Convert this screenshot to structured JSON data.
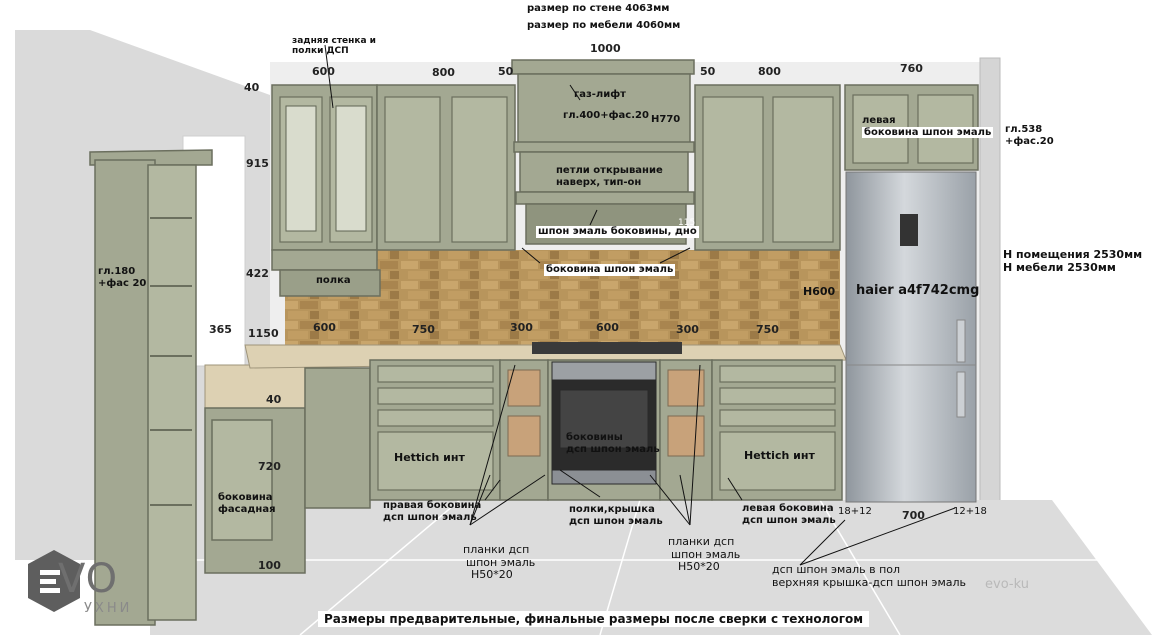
{
  "header": {
    "wall_size": "размер по стене 4063мм",
    "furniture_size": "размер по мебели 4060мм"
  },
  "top_dims": {
    "d600": "600",
    "d800a": "800",
    "d50a": "50",
    "d1000": "1000",
    "d50b": "50",
    "d800b": "800",
    "d760": "760"
  },
  "left_dims": {
    "d40": "40",
    "d915": "915",
    "d422": "422",
    "d1150": "1150",
    "d365": "365"
  },
  "splash_dims": {
    "d600a": "600",
    "d750a": "750",
    "d300a": "300",
    "d600b": "600",
    "d300b": "300",
    "d750b": "750"
  },
  "lower_dims": {
    "d40": "40",
    "d720": "720",
    "d100": "100",
    "d18_12": "18+12",
    "d700": "700",
    "d12_18": "12+18"
  },
  "notes": {
    "back_wall": [
      "задняя стенка и",
      "полки ДСП"
    ],
    "gas_lift": "газ-лифт",
    "depth_400": "гл.400+фас.20",
    "h770": "Н770",
    "hinges": [
      "петли открывание",
      "наверх, тип-он"
    ],
    "side_enamel_bottom": "шпон эмаль боковины, дно",
    "d115": "115",
    "side_enamel": "боковина шпон эмаль",
    "left_side_veneer": [
      "левая",
      "боковина шпон эмаль"
    ],
    "depth_538": [
      "гл.538",
      "+фас.20"
    ],
    "h600": "Н600",
    "fridge_model": "haier a4f742cmg",
    "room_height": [
      "Н помещения 2530мм",
      "Н мебели 2530мм"
    ],
    "depth_180": [
      "гл.180",
      "+фас 20"
    ],
    "shelf": "полка",
    "facade_side": [
      "боковина",
      "фасадная"
    ],
    "hettich_left": "Hettich инт",
    "hettich_right": "Hettich инт",
    "oven_sides": [
      "боковины",
      "дсп шпон эмаль"
    ],
    "right_side": [
      "правая боковина",
      "дсп шпон эмаль"
    ],
    "shelves_top": [
      "полки,крышка",
      "дсп шпон эмаль"
    ],
    "left_side": [
      "левая боковина",
      "дсп шпон эмаль"
    ],
    "strips_a": [
      "планки дсп",
      "шпон эмаль",
      "Н50*20"
    ],
    "strips_b": [
      "планки дсп",
      "шпон эмаль",
      "Н50*20"
    ],
    "floor_veneer": [
      "дсп шпон эмаль в пол",
      "верхняя крышка-дсп шпон эмаль"
    ],
    "bottom_note": "Размеры предварительные, финальные размеры после сверки с технологом"
  },
  "brand": {
    "logo_text": "VO",
    "logo_sub": "УХНИ",
    "watermark": "evo-ku"
  },
  "colors": {
    "cabinet": "#a3a892",
    "cabinet_dark": "#7f846f",
    "wall": "#e9e9e9",
    "backsplash": "#b8955c",
    "countertop": "#ddd1b3",
    "fridge": "#b9bec4",
    "floor": "#dcdcdc",
    "accent": "#111111"
  }
}
